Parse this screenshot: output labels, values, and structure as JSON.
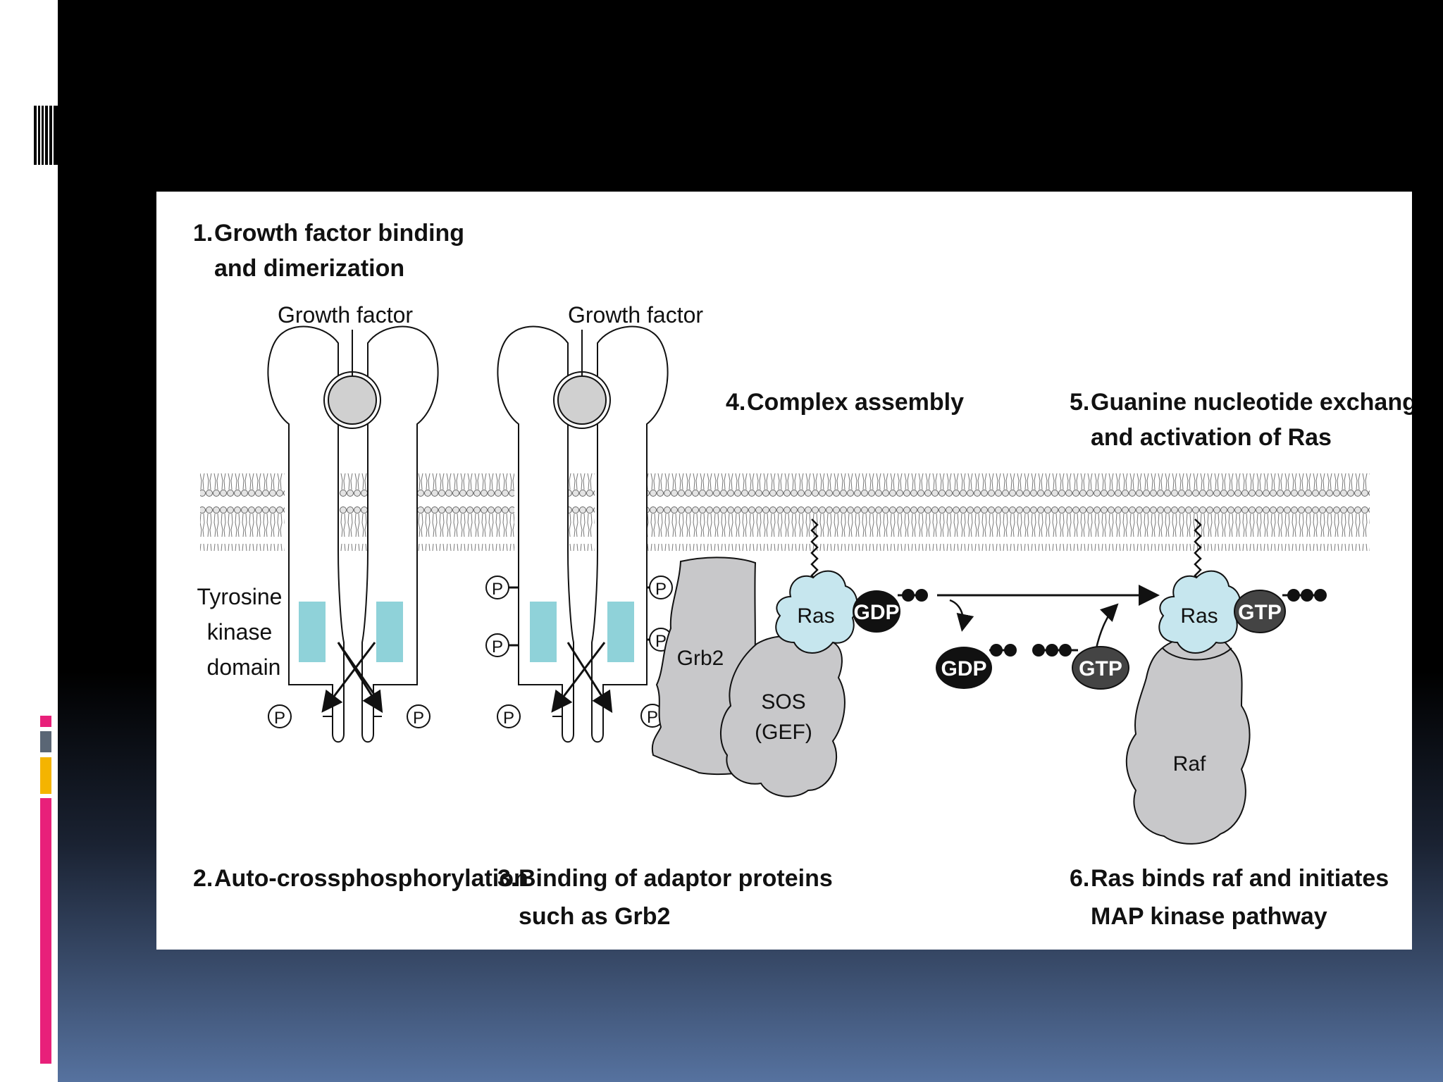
{
  "colors": {
    "slide_top": "#000000",
    "slide_bottom": "#4f6e9f",
    "accent_pink": "#e8207a",
    "accent_gold": "#f4b400",
    "accent_gray": "#5a6675",
    "kinase_domain": "#8fd2d9",
    "ras": "#c6e6ee",
    "protein_gray": "#c8c8ca",
    "nucleotide_black": "#111111",
    "gtp_gray": "#444444"
  },
  "icons": [
    "title-rule-icon"
  ],
  "diagram": {
    "step1": {
      "num": "1.",
      "line1": "Growth factor binding",
      "line2": "and dimerization"
    },
    "step2": {
      "num": "2.",
      "line1": "Auto-crossphosphorylation"
    },
    "step3": {
      "num": "3.",
      "line1": "Binding of adaptor proteins",
      "line2": "such as Grb2"
    },
    "step4": {
      "num": "4.",
      "line1": "Complex assembly"
    },
    "step5": {
      "num": "5.",
      "line1": "Guanine nucleotide exchange",
      "line2": "and activation of Ras"
    },
    "step6": {
      "num": "6.",
      "line1": "Ras binds raf and initiates",
      "line2": "MAP kinase pathway"
    },
    "labels": {
      "growth_factor_left": "Growth factor",
      "growth_factor_right": "Growth factor",
      "tyrosine_line1": "Tyrosine",
      "tyrosine_line2": "kinase",
      "tyrosine_line3": "domain",
      "grb2": "Grb2",
      "sos_line1": "SOS",
      "sos_line2": "(GEF)",
      "ras_left": "Ras",
      "ras_right": "Ras",
      "gdp_bound": "GDP",
      "gdp_free": "GDP",
      "gtp_free": "GTP",
      "gtp_bound": "GTP",
      "raf": "Raf",
      "phospho": "P"
    }
  }
}
